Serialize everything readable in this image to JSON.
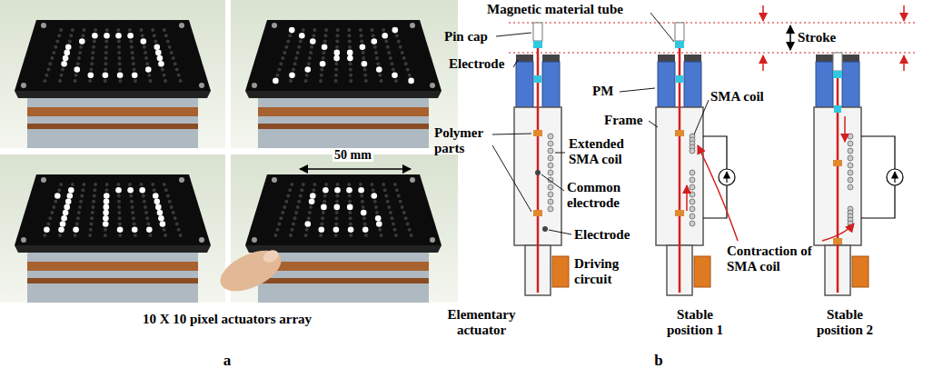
{
  "diagram": {
    "labels": [
      "50 mm",
      "10 X 10 pixel actuators array",
      "a",
      "Magnetic material tube",
      "Stroke",
      "Pin cap",
      "Electrode",
      "PM",
      "SMA coil",
      "Frame",
      "Polymer parts",
      "Extended SMA coil",
      "Common electrode",
      "Electrode",
      "Driving circuit",
      "Contraction of SMA coil",
      "Elementary actuator",
      "Stable position 1",
      "Stable position 2",
      "b"
    ]
  }
}
